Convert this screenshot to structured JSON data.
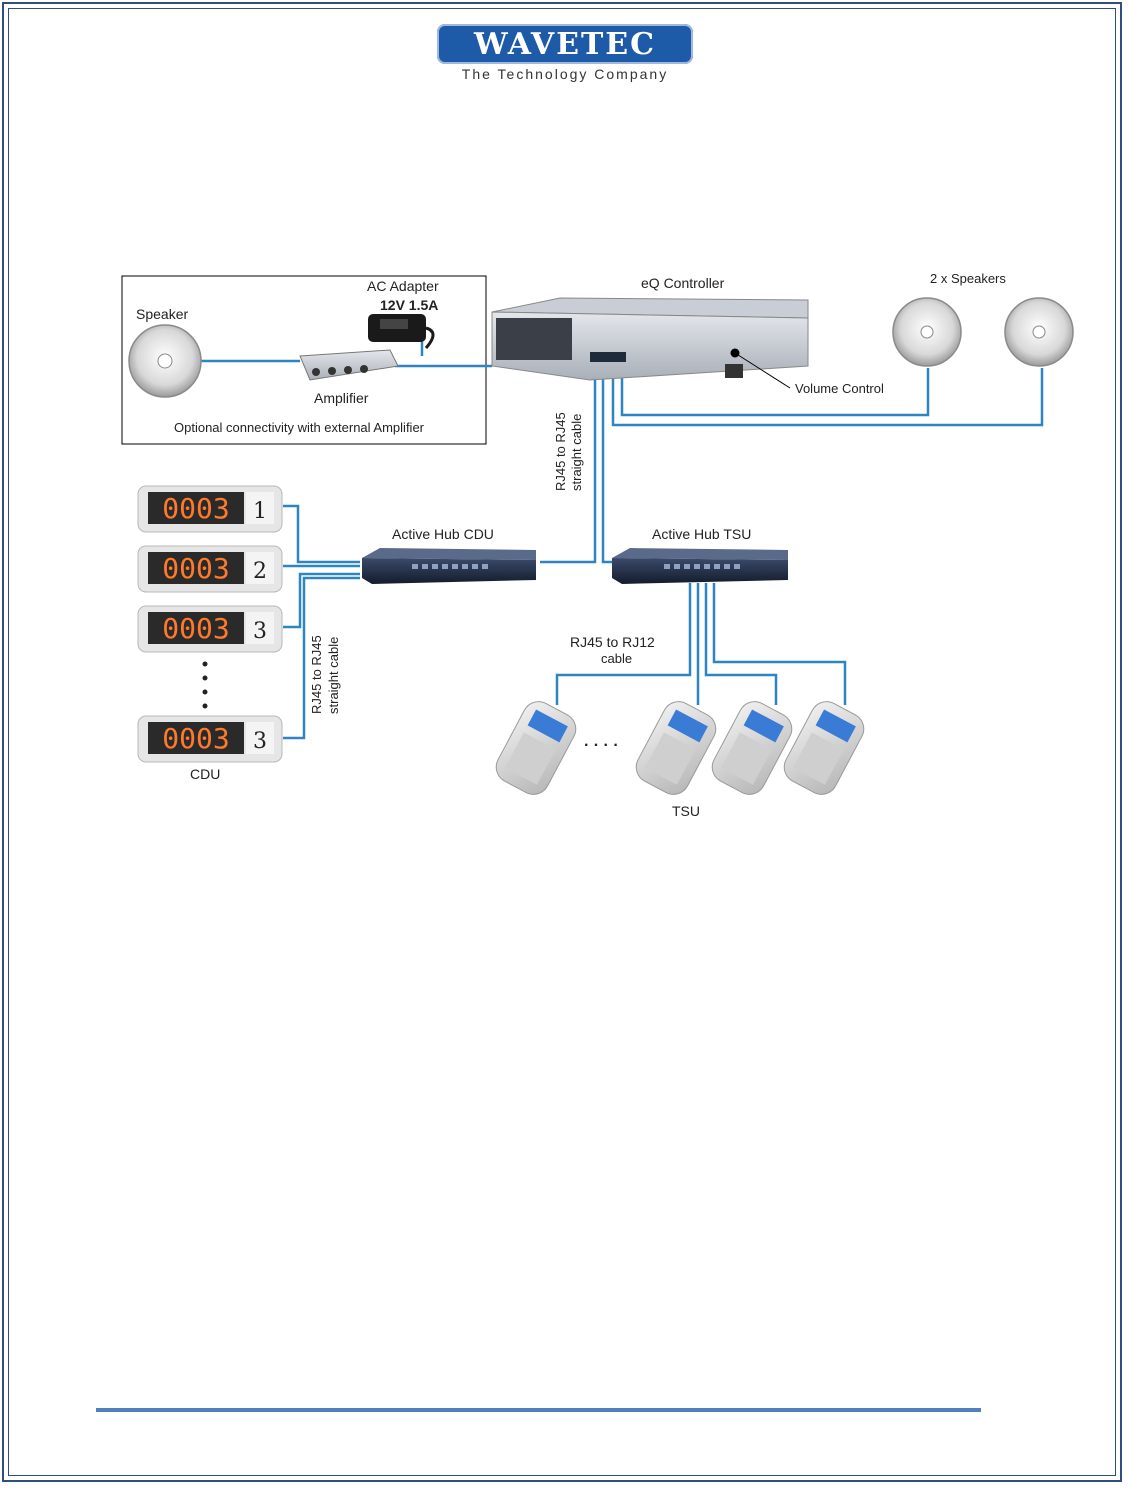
{
  "header": {
    "logo": "WAVETEC",
    "tagline": "The Technology Company"
  },
  "labels": {
    "speaker": "Speaker",
    "ac_adapter": "AC Adapter",
    "adapter_spec": "12V 1.5A",
    "amplifier": "Amplifier",
    "optional": "Optional connectivity with external Amplifier",
    "controller": "eQ Controller",
    "speakers": "2 x Speakers",
    "volume": "Volume Control",
    "cable_ctrl_1": "RJ45 to RJ45",
    "cable_ctrl_2": "straight cable",
    "hub_cdu": "Active Hub CDU",
    "hub_tsu": "Active Hub TSU",
    "cable_cdu_1": "RJ45 to RJ45",
    "cable_cdu_2": "straight cable",
    "rj12_1": "RJ45 to RJ12",
    "rj12_2": "cable",
    "cdu": "CDU",
    "tsu": "TSU",
    "dots": "· · · ·"
  },
  "cdu_displays": [
    {
      "number": "0003",
      "counter": "1"
    },
    {
      "number": "0003",
      "counter": "2"
    },
    {
      "number": "0003",
      "counter": "3"
    },
    {
      "number": "0003",
      "counter": "3"
    }
  ],
  "colors": {
    "cable": "#2e86c1",
    "brand": "#1d5aa8",
    "led": "#ff7a2a"
  }
}
